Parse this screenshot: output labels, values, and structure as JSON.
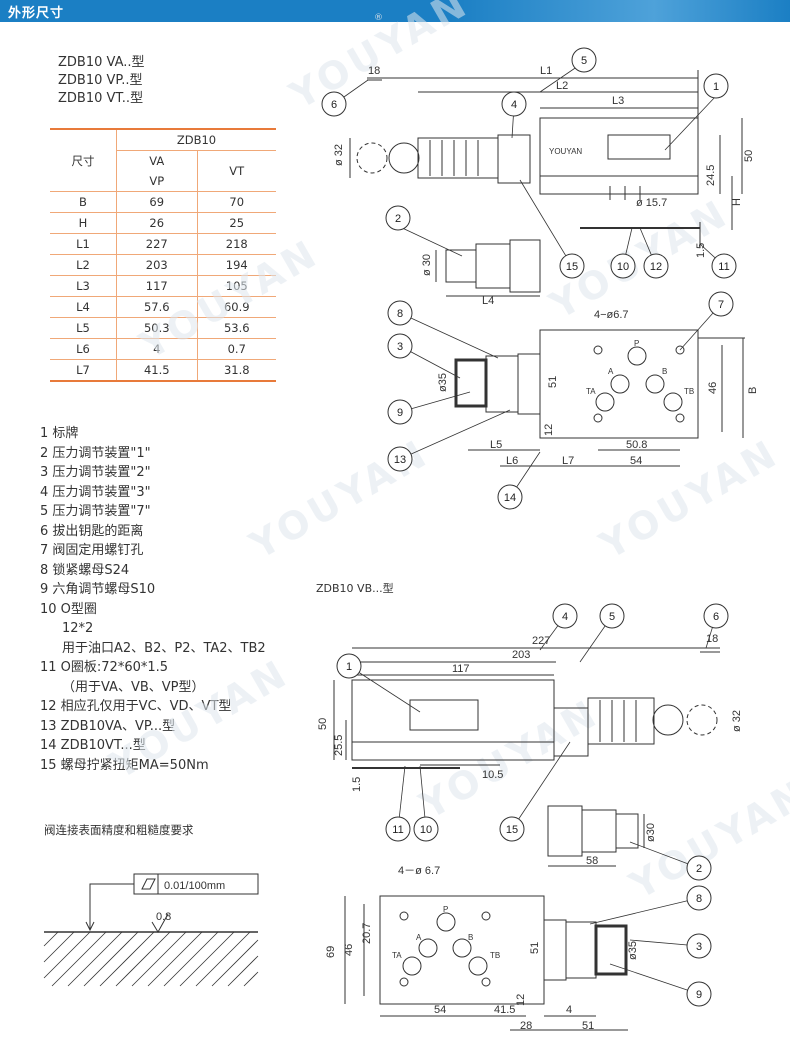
{
  "header": {
    "title": "外形尺寸",
    "watermark": "YOUYAN",
    "registered_mark": "®"
  },
  "models": [
    "ZDB10 VA..型",
    "ZDB10 VP..型",
    "ZDB10 VT..型"
  ],
  "table": {
    "size_header": "尺寸",
    "group_header": "ZDB10",
    "col_va": "VA",
    "col_vp": "VP",
    "col_vt": "VT",
    "rows": [
      {
        "label": "B",
        "vavp": "69",
        "vt": "70"
      },
      {
        "label": "H",
        "vavp": "26",
        "vt": "25"
      },
      {
        "label": "L1",
        "vavp": "227",
        "vt": "218"
      },
      {
        "label": "L2",
        "vavp": "203",
        "vt": "194"
      },
      {
        "label": "L3",
        "vavp": "117",
        "vt": "105"
      },
      {
        "label": "L4",
        "vavp": "57.6",
        "vt": "60.9"
      },
      {
        "label": "L5",
        "vavp": "50.3",
        "vt": "53.6"
      },
      {
        "label": "L6",
        "vavp": "4",
        "vt": "0.7"
      },
      {
        "label": "L7",
        "vavp": "41.5",
        "vt": "31.8"
      }
    ]
  },
  "legend": [
    "1 标牌",
    "2 压力调节装置\"1\"",
    "3 压力调节装置\"2\"",
    "4 压力调节装置\"3\"",
    "5 压力调节装置\"7\"",
    "6 拔出钥匙的距离",
    "7 阀固定用螺钉孔",
    "8 锁紧螺母S24",
    "9 六角调节螺母S10",
    "10 O型圈",
    "12*2",
    "用于油口A2、B2、P2、TA2、TB2",
    "11 O圈板:72*60*1.5",
    "（用于VA、VB、VP型）",
    "12 相应孔仅用于VC、VD、VT型",
    "13 ZDB10VA、VP...型",
    "14 ZDB10VT...型",
    "15 螺母拧紧扭矩MA=50Nm"
  ],
  "roughness": {
    "title": "阀连接表面精度和粗糙度要求",
    "flatness": "0.01/100mm",
    "ra": "0.8"
  },
  "drawing_top": {
    "dims": {
      "d18": "18",
      "L1": "L1",
      "L2": "L2",
      "L3": "L3",
      "phi32": "ø 32",
      "d50": "50",
      "d245": "24.5",
      "H": "H",
      "phi157": "ø 15.7",
      "d15": "1.5",
      "phi30": "ø 30",
      "L4": "L4",
      "holes": "4−ø6.7",
      "phi35": "ø35",
      "d51": "51",
      "d46": "46",
      "B": "B",
      "d12": "12",
      "L5": "L5",
      "L6": "L6",
      "L7": "L7",
      "d508": "50.8",
      "d54": "54",
      "nameplate": "YOUYAN",
      "P": "P",
      "A": "A",
      "Bp": "B",
      "TA": "TA",
      "TB": "TB"
    },
    "balloons": [
      "1",
      "2",
      "3",
      "4",
      "5",
      "6",
      "7",
      "8",
      "9",
      "10",
      "11",
      "12",
      "13",
      "14",
      "15"
    ]
  },
  "drawing_bottom": {
    "label": "ZDB10 VB...型",
    "dims": {
      "d227": "227",
      "d203": "203",
      "d117": "117",
      "d18": "18",
      "d50": "50",
      "d255": "25.5",
      "d15": "1.5",
      "d105": "10.5",
      "phi32": "ø 32",
      "phi30": "ø30",
      "d58": "58",
      "holes": "4－ø 6.7",
      "d69": "69",
      "d46": "46",
      "d207": "20.7",
      "d51": "51",
      "phi35": "ø35",
      "d12": "12",
      "d54": "54",
      "d415": "41.5",
      "d28": "28",
      "d4": "4",
      "d51b": "51",
      "P": "P",
      "A": "A",
      "Bp": "B",
      "TA": "TA",
      "TB": "TB"
    },
    "balloons": [
      "4",
      "5",
      "6",
      "1",
      "11",
      "10",
      "15",
      "2",
      "8",
      "3",
      "9"
    ]
  }
}
